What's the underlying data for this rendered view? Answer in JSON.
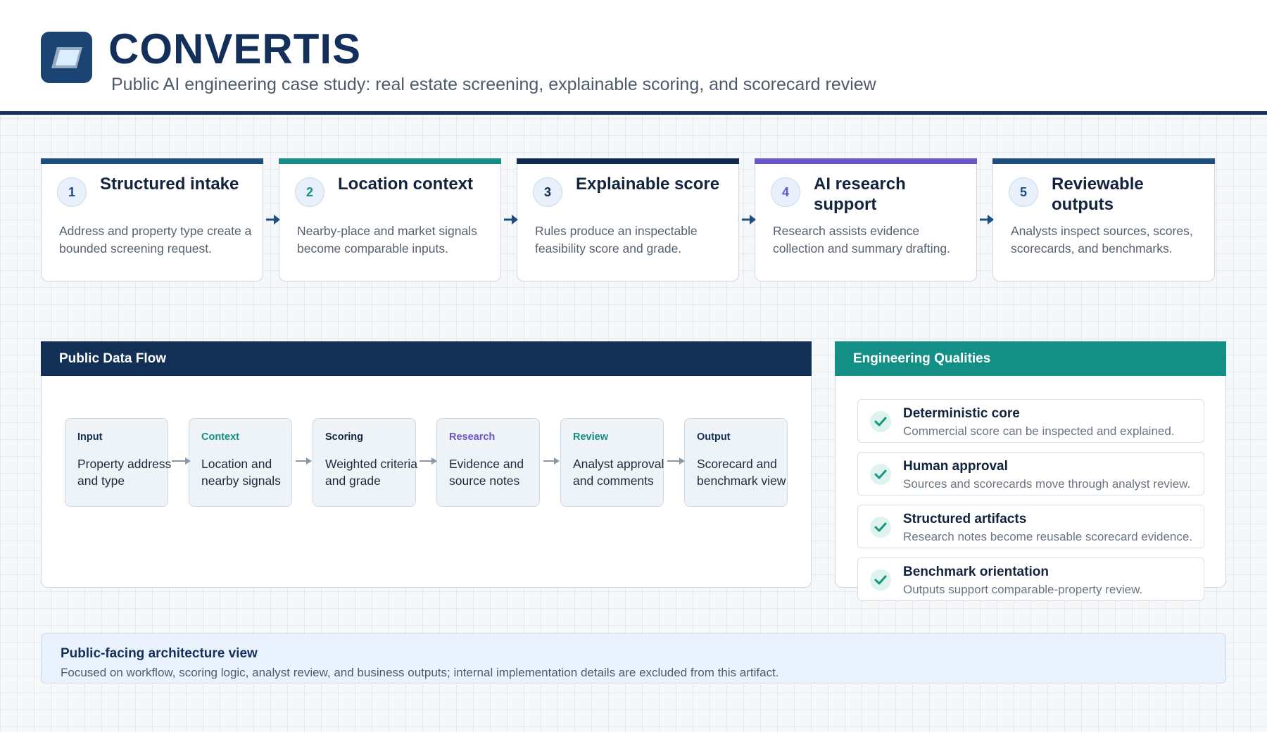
{
  "header": {
    "title": "CONVERTIS",
    "subtitle": "Public AI engineering case study: real estate screening, explainable scoring, and scorecard review"
  },
  "steps": [
    {
      "num": "1",
      "title": "Structured intake",
      "desc": "Address and property type create a bounded screening request.",
      "color": "#1d4e7e",
      "num_color": "#1d4e7e"
    },
    {
      "num": "2",
      "title": "Location context",
      "desc": "Nearby-place and market signals become comparable inputs.",
      "color": "#138f86",
      "num_color": "#138f86"
    },
    {
      "num": "3",
      "title": "Explainable score",
      "desc": "Rules produce an inspectable feasibility score and grade.",
      "color": "#112a4d",
      "num_color": "#112a4d"
    },
    {
      "num": "4",
      "title": "AI research support",
      "desc": "Research assists evidence collection and summary drafting.",
      "color": "#6b54c8",
      "num_color": "#6b54c8"
    },
    {
      "num": "5",
      "title": "Reviewable outputs",
      "desc": "Analysts inspect sources, scores, scorecards, and benchmarks.",
      "color": "#1d4e7e",
      "num_color": "#1d4e7e"
    }
  ],
  "data_flow": {
    "title": "Public Data Flow",
    "header_color": "#122f55",
    "nodes": [
      {
        "tag": "Input",
        "line1": "Property address",
        "line2": "and type",
        "color": "#12305a"
      },
      {
        "tag": "Context",
        "line1": "Location and",
        "line2": "nearby signals",
        "color": "#138f86"
      },
      {
        "tag": "Scoring",
        "line1": "Weighted criteria",
        "line2": "and grade",
        "color": "#12233e"
      },
      {
        "tag": "Research",
        "line1": "Evidence and",
        "line2": "source notes",
        "color": "#6b54c8"
      },
      {
        "tag": "Review",
        "line1": "Analyst approval",
        "line2": "and comments",
        "color": "#138f86"
      },
      {
        "tag": "Output",
        "line1": "Scorecard and",
        "line2": "benchmark view",
        "color": "#12305a"
      }
    ]
  },
  "qualities": {
    "title": "Engineering Qualities",
    "header_color": "#138f86",
    "items": [
      {
        "title": "Deterministic core",
        "desc": "Commercial score can be inspected and explained."
      },
      {
        "title": "Human approval",
        "desc": "Sources and scorecards move through analyst review."
      },
      {
        "title": "Structured artifacts",
        "desc": "Research notes become reusable scorecard evidence."
      },
      {
        "title": "Benchmark orientation",
        "desc": "Outputs support comparable-property review."
      }
    ]
  },
  "footer": {
    "title": "Public-facing architecture view",
    "text": "Focused on workflow, scoring logic, analyst review, and business outputs; internal implementation details are excluded from this artifact."
  }
}
